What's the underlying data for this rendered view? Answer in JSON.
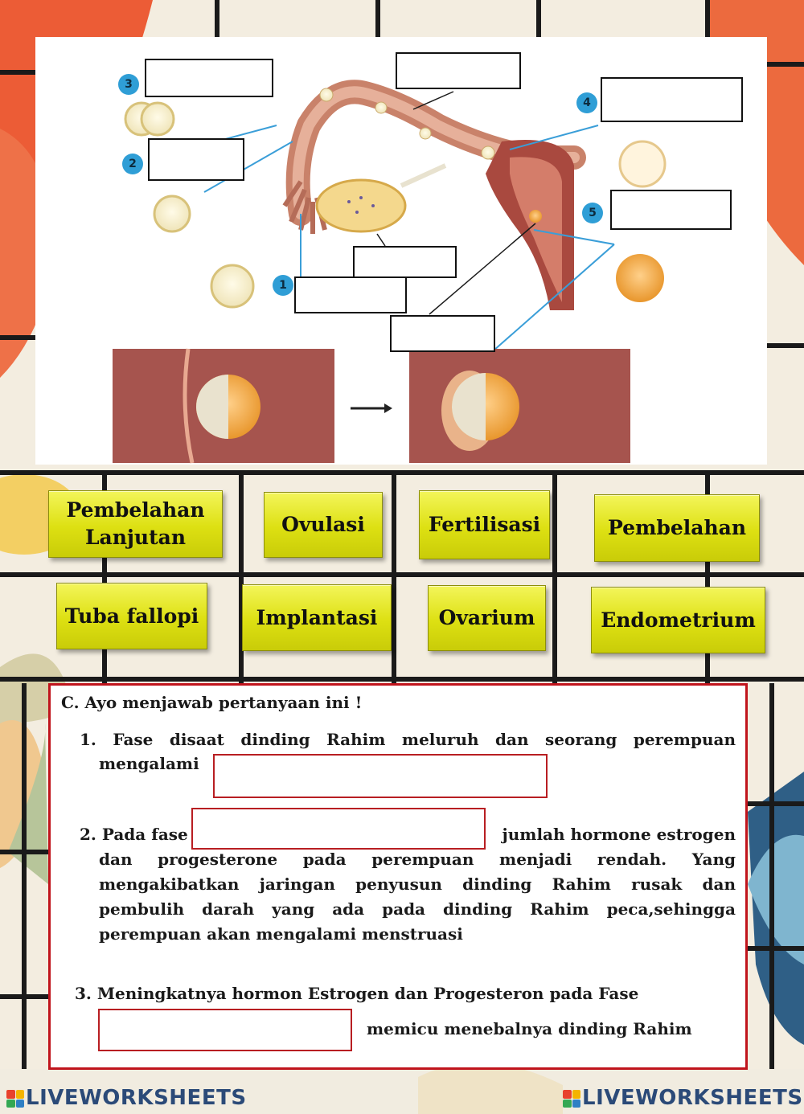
{
  "diagram": {
    "markers": [
      "1",
      "2",
      "3",
      "4",
      "5"
    ]
  },
  "word_bank": [
    {
      "label": "Pembelahan Lanjutan"
    },
    {
      "label": "Ovulasi"
    },
    {
      "label": "Fertilisasi"
    },
    {
      "label": "Pembelahan"
    },
    {
      "label": "Tuba fallopi"
    },
    {
      "label": "Implantasi"
    },
    {
      "label": "Ovarium"
    },
    {
      "label": "Endometrium"
    }
  ],
  "section_c": {
    "heading": "C.  Ayo menjawab pertanyaan ini !",
    "q1": {
      "line1": "1. Fase disaat dinding Rahim meluruh dan seorang perempuan",
      "line2": "mengalami"
    },
    "q2": {
      "prefix": "2. Pada fase",
      "suffix": "jumlah hormone estrogen",
      "lines": [
        "dan progesterone pada perempuan menjadi rendah. Yang",
        "mengakibatkan jaringan penyusun dinding Rahim rusak dan",
        "pembulih darah yang ada pada dinding Rahim peca,sehingga"
      ],
      "last_line": "perempuan akan mengalami menstruasi"
    },
    "q3": {
      "line1": "3.  Meningkatnya hormon Estrogen dan Progesteron pada Fase",
      "suffix": "memicu menebalnya dinding Rahim"
    }
  },
  "footer": {
    "brand_left": "LIVEWORKSHEETS",
    "brand_right": "LIVEWORKSHEETS",
    "logo_colors": [
      "#e8412c",
      "#f4b400",
      "#34a853",
      "#2f80c4"
    ]
  },
  "colors": {
    "tile": "#dfe215",
    "question_border": "#c0141c",
    "marker": "#2f9ed6",
    "brand": "#2b4a78"
  }
}
